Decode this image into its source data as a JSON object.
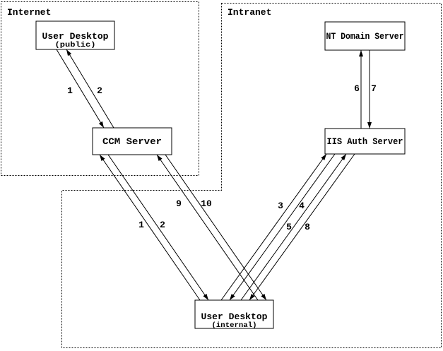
{
  "zones": {
    "internet": {
      "label": "Internet"
    },
    "intranet": {
      "label": "Intranet"
    }
  },
  "nodes": {
    "user_desktop_public": {
      "title": "User Desktop",
      "subtitle": "(public)"
    },
    "ccm_server": {
      "title": "CCM Server"
    },
    "nt_domain_server": {
      "title": "NT Domain Server"
    },
    "iis_auth_server": {
      "title": "IIS Auth Server"
    },
    "user_desktop_internal": {
      "title": "User Desktop",
      "subtitle": "(internal)"
    }
  },
  "flows": {
    "f1_public": {
      "label": "1",
      "from": "user_desktop_public",
      "to": "ccm_server"
    },
    "f2_public": {
      "label": "2",
      "from": "ccm_server",
      "to": "user_desktop_public"
    },
    "f1_internal": {
      "label": "1",
      "from": "user_desktop_internal",
      "to": "ccm_server"
    },
    "f2_internal": {
      "label": "2",
      "from": "ccm_server",
      "to": "user_desktop_internal"
    },
    "f3": {
      "label": "3",
      "from": "user_desktop_internal",
      "to": "iis_auth_server"
    },
    "f4": {
      "label": "4",
      "from": "iis_auth_server",
      "to": "user_desktop_internal"
    },
    "f5": {
      "label": "5",
      "from": "user_desktop_internal",
      "to": "iis_auth_server"
    },
    "f6": {
      "label": "6",
      "from": "iis_auth_server",
      "to": "nt_domain_server"
    },
    "f7": {
      "label": "7",
      "from": "nt_domain_server",
      "to": "iis_auth_server"
    },
    "f8": {
      "label": "8",
      "from": "iis_auth_server",
      "to": "user_desktop_internal"
    },
    "f9": {
      "label": "9",
      "from": "user_desktop_internal",
      "to": "ccm_server"
    },
    "f10": {
      "label": "10",
      "from": "ccm_server",
      "to": "user_desktop_internal"
    }
  },
  "colors": {
    "ink": "#000000",
    "background": "#ffffff"
  }
}
